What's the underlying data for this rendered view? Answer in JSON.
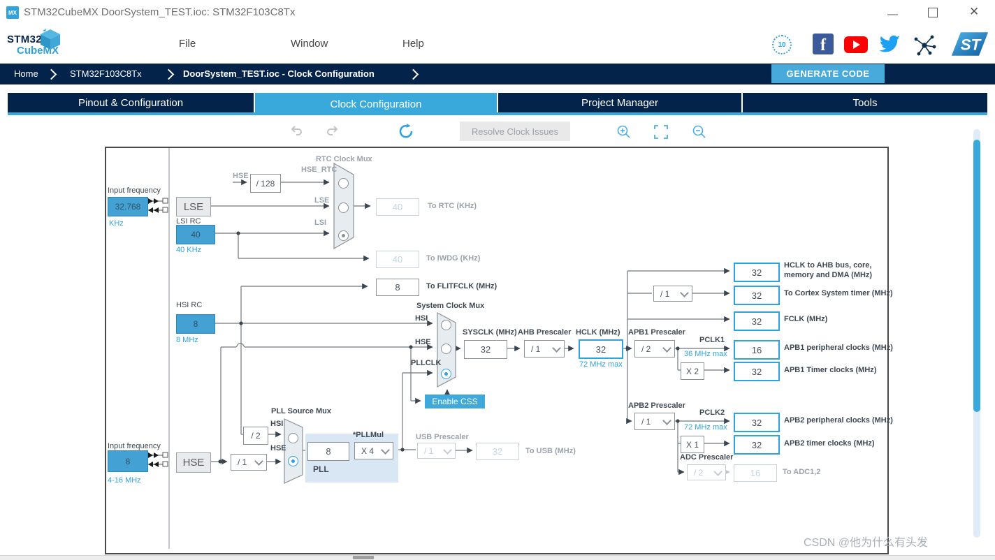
{
  "window": {
    "title": "STM32CubeMX DoorSystem_TEST.ioc: STM32F103C8Tx",
    "badge": "MX"
  },
  "menu": {
    "file": "File",
    "window": "Window",
    "help": "Help"
  },
  "logo": {
    "line1": "STM32",
    "line2": "CubeMX"
  },
  "breadcrumb": {
    "home": "Home",
    "device": "STM32F103C8Tx",
    "file": "DoorSystem_TEST.ioc - Clock Configuration",
    "generate": "GENERATE CODE"
  },
  "tabs": {
    "pinout": "Pinout & Configuration",
    "clock": "Clock Configuration",
    "project": "Project Manager",
    "tools": "Tools"
  },
  "toolbar": {
    "resolve": "Resolve Clock Issues"
  },
  "colors": {
    "navy": "#03234B",
    "accent": "#39A9DC",
    "box_blue": "#43A2D3",
    "out_border": "#2FA3DC"
  },
  "diagram": {
    "input_lse": {
      "label": "Input frequency",
      "value": "32.768",
      "unit": "KHz"
    },
    "lse": "LSE",
    "lsi": {
      "label": "LSI RC",
      "value": "40",
      "sub": "40 KHz"
    },
    "rtc_mux": {
      "title": "RTC Clock Mux",
      "hse": "HSE",
      "div": "/ 128",
      "hse_rtc": "HSE_RTC",
      "lse": "LSE",
      "lsi": "LSI"
    },
    "to_rtc": {
      "value": "40",
      "label": "To RTC (KHz)"
    },
    "to_iwdg": {
      "value": "40",
      "label": "To IWDG (KHz)"
    },
    "to_flitf": {
      "value": "8",
      "label": "To FLITFCLK (MHz)"
    },
    "hsi": {
      "label": "HSI RC",
      "value": "8",
      "sub": "8 MHz"
    },
    "sys_mux": {
      "title": "System Clock Mux",
      "hsi": "HSI",
      "hse": "HSE",
      "pllclk": "PLLCLK",
      "enable_css": "Enable CSS"
    },
    "sysclk": {
      "label": "SYSCLK (MHz)",
      "value": "32"
    },
    "ahb": {
      "label": "AHB Prescaler",
      "value": "/ 1"
    },
    "hclk": {
      "label": "HCLK (MHz)",
      "value": "32",
      "max": "72 MHz max"
    },
    "cortex_div": "/ 1",
    "outputs": [
      {
        "value": "32",
        "label": "HCLK to AHB bus, core,",
        "label2": "memory and DMA (MHz)"
      },
      {
        "value": "32",
        "label": "To Cortex System timer (MHz)"
      },
      {
        "value": "32",
        "label": "FCLK (MHz)"
      },
      {
        "value": "16",
        "label": "APB1 peripheral clocks (MHz)"
      },
      {
        "value": "32",
        "label": "APB1 Timer clocks (MHz)"
      },
      {
        "value": "32",
        "label": "APB2 peripheral clocks (MHz)"
      },
      {
        "value": "32",
        "label": "APB2 timer clocks (MHz)"
      }
    ],
    "apb1": {
      "label": "APB1 Prescaler",
      "value": "/ 2",
      "pclk": "PCLK1",
      "max": "36 MHz max",
      "mul": "X 2"
    },
    "apb2": {
      "label": "APB2 Prescaler",
      "value": "/ 1",
      "pclk": "PCLK2",
      "max": "72 MHz max",
      "mul": "X 1"
    },
    "adc": {
      "label": "ADC Prescaler",
      "value": "/ 2",
      "out": "16",
      "out_label": "To ADC1,2"
    },
    "input_hse": {
      "label": "Input frequency",
      "value": "8",
      "unit": "4-16 MHz"
    },
    "hse": "HSE",
    "hse_div": "/ 1",
    "hsi_div": "/ 2",
    "pll_mux": {
      "title": "PLL Source Mux",
      "hsi": "HSI",
      "hse": "HSE"
    },
    "pll": {
      "value": "8",
      "mul_label": "*PLLMul",
      "mul": "X 4",
      "name": "PLL"
    },
    "usb": {
      "label": "USB Prescaler",
      "value": "/ 1",
      "out": "32",
      "out_label": "To USB (MHz)"
    }
  },
  "watermark": "CSDN @他为什么有头发"
}
